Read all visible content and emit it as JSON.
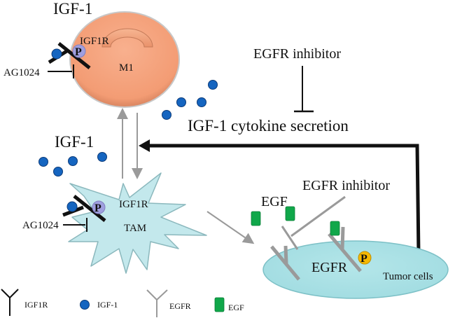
{
  "diagram": {
    "m1_cell": {
      "top_label": "IGF-1",
      "receptor_label": "IGF1R",
      "cell_label": "M1",
      "inhibitor_label": "AG1024",
      "phospho_label": "P",
      "color": "#f4a07a"
    },
    "tam_cell": {
      "top_label": "IGF-1",
      "receptor_label": "IGF1R",
      "cell_label": "TAM",
      "inhibitor_label": "AG1024",
      "phospho_label": "P",
      "color": "#bfe6ea"
    },
    "secretion": {
      "inhibitor_label": "EGFR inhibitor",
      "process_label": "IGF-1 cytokine secretion"
    },
    "tumor_cell": {
      "ligand_label": "EGF",
      "inhibitor_label": "EGFR inhibitor",
      "receptor_label": "EGFR",
      "cell_label": "Tumor cells",
      "phospho_label": "P",
      "color": "#a8e0e4"
    },
    "legend": [
      {
        "icon": "igf1r-receptor-icon",
        "label": "IGF1R"
      },
      {
        "icon": "igf1-ligand-icon",
        "label": "IGF-1"
      },
      {
        "icon": "egfr-receptor-icon",
        "label": "EGFR"
      },
      {
        "icon": "egf-ligand-icon",
        "label": "EGF"
      }
    ],
    "colors": {
      "igf1": "#1565c0",
      "egf": "#10a74a",
      "phospho_igf1r": "#9f9fdf",
      "phospho_egfr": "#f5b800",
      "egfr": "#9a9a9a",
      "igf1r": "#111111"
    }
  }
}
